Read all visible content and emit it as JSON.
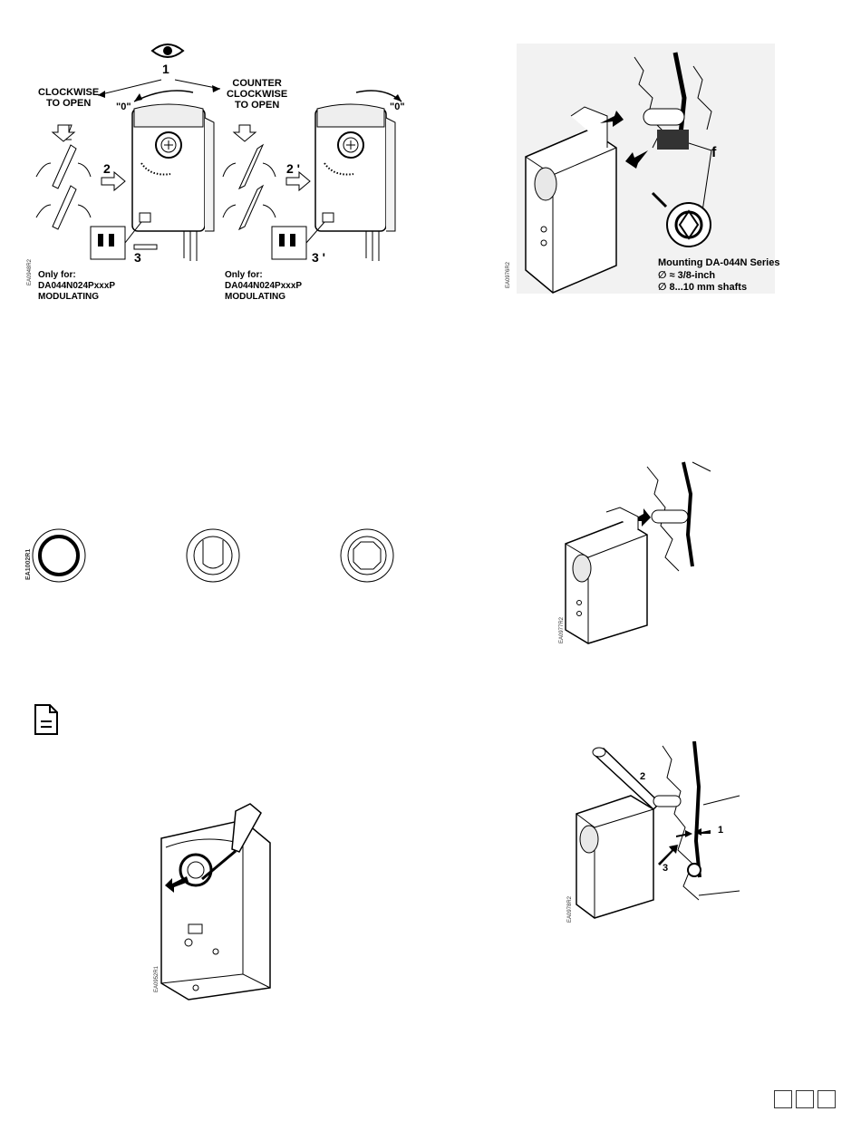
{
  "rotation_figure": {
    "step1": "1",
    "clockwise": [
      "CLOCKWISE",
      "TO OPEN"
    ],
    "counter": [
      "COUNTER",
      "CLOCKWISE",
      "TO OPEN"
    ],
    "zero_left": "\"0\"",
    "zero_right": "\"0\"",
    "step2": "2",
    "step2p": "2 '",
    "step3": "3",
    "step3p": "3 '",
    "only_for_left": [
      "Only for:",
      "DA044N024PxxxP",
      "MODULATING"
    ],
    "only_for_right": [
      "Only for:",
      "DA044N024PxxxP",
      "MODULATING"
    ],
    "code": "EA0948R2"
  },
  "mounting_figure": {
    "f_label": "f",
    "title": "Mounting DA-044N Series",
    "line1": "≈ 3/8-inch",
    "line2": "8...10 mm shafts",
    "code": "EA0976R2"
  },
  "shaft_shapes": {
    "code": "EA1002R1"
  },
  "actuator_shaft_figure": {
    "code": "EA0977R2"
  },
  "screwdriver_figure": {
    "code": "EA0952R1"
  },
  "crank_figure": {
    "label1": "1",
    "label2": "2",
    "label3": "3",
    "code": "EA0978R2"
  }
}
